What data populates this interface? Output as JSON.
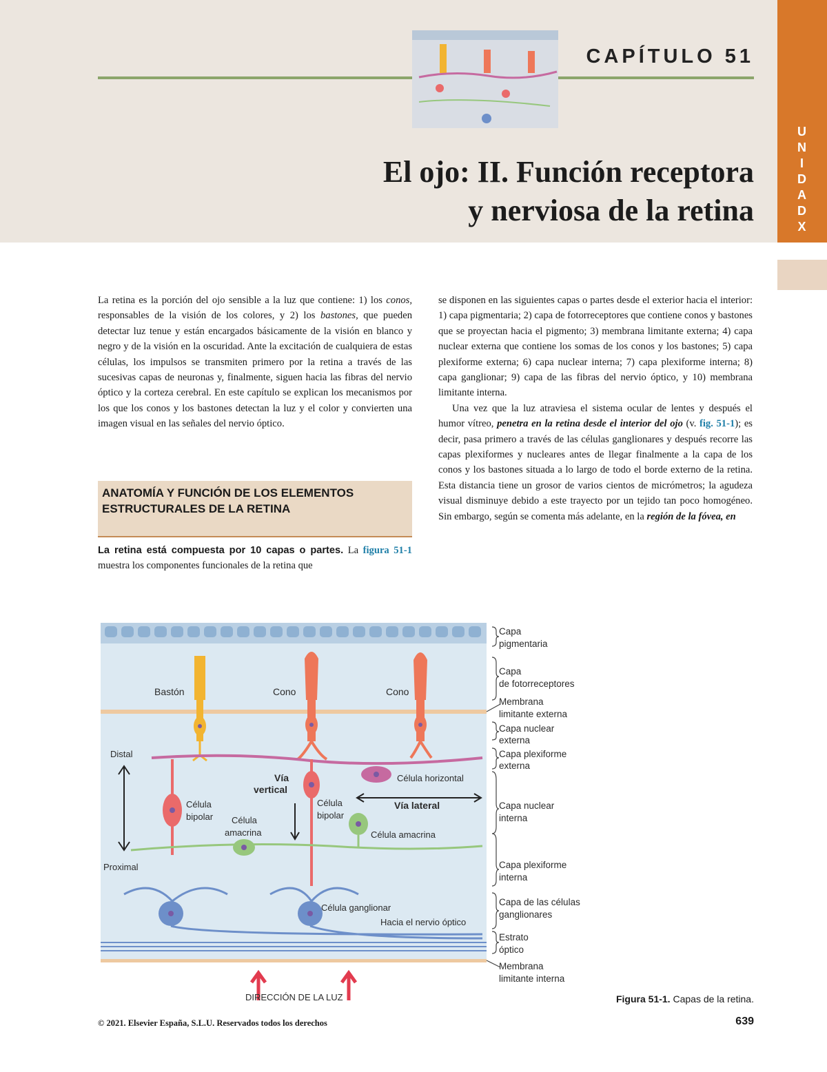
{
  "header": {
    "chapter_label": "CAPÍTULO 51",
    "title_line1": "El ojo: II. Función receptora",
    "title_line2": "y nerviosa de la retina",
    "unit_tab": [
      "U",
      "N",
      "I",
      "D",
      "A",
      "D",
      " ",
      "X"
    ],
    "colors": {
      "band": "#ece6df",
      "tab": "#d8782a",
      "rule": "#8ca56b"
    }
  },
  "body": {
    "left": {
      "p1_a": "La retina es la porción del ojo sensible a la luz que contiene: 1) los ",
      "p1_conos": "conos,",
      "p1_b": " responsables de la visión de los colores, y 2) los ",
      "p1_bastones": "bastones,",
      "p1_c": " que pueden detectar luz tenue y están encargados básicamente de la visión en blanco y negro y de la visión en la oscuridad. Ante la excitación de cualquiera de estas células, los impulsos se transmiten primero por la retina a través de las sucesivas capas de neuronas y, finalmente, siguen hacia las fibras del nervio óptico y la corteza cerebral. En este capítulo se explican los mecanismos por los que los conos y los bastones detectan la luz y el color y convierten una imagen visual en las señales del nervio óptico."
    },
    "section_heading": "ANATOMÍA Y FUNCIÓN DE LOS ELEMENTOS ESTRUCTURALES DE LA RETINA",
    "subsection": {
      "lead": "La retina está compuesta por 10 capas o partes.",
      "link": "figura 51-1",
      "text": " muestra los componentes funcionales de la retina que"
    },
    "right": {
      "p1": "se disponen en las siguientes capas o partes desde el exterior hacia el interior: 1) capa pigmentaria; 2) capa de fotorreceptores que contiene conos y bastones que se proyectan hacia el pigmento; 3) membrana limitante externa; 4) capa nuclear externa que contiene los somas de los conos y los bastones; 5) capa plexiforme externa; 6) capa nuclear interna; 7) capa plexiforme interna; 8) capa ganglionar; 9) capa de las fibras del nervio óptico, y 10) membrana limitante interna.",
      "p2_a": "Una vez que la luz atraviesa el sistema ocular de lentes y después el humor vítreo, ",
      "p2_em": "penetra en la retina desde el interior del ojo",
      "p2_b": " (v. ",
      "p2_link": "fig. 51-1",
      "p2_c": "); es decir, pasa primero a través de las células ganglionares y después recorre las capas plexiformes y nucleares antes de llegar finalmente a la capa de los conos y los bastones situada a lo largo de todo el borde externo de la retina. Esta distancia tiene un grosor de varios cientos de micrómetros; la agudeza visual disminuye debido a este trayecto por un tejido tan poco homogéneo. Sin embargo, según se comenta más adelante, en la ",
      "p2_em2": "región de la fóvea, en"
    }
  },
  "figure": {
    "cell_labels": {
      "baston": "Bastón",
      "cono1": "Cono",
      "cono2": "Cono",
      "distal": "Distal",
      "proximal": "Proximal",
      "via_vertical_1": "Vía",
      "via_vertical_2": "vertical",
      "via_lateral": "Vía lateral",
      "celula_horizontal": "Célula horizontal",
      "bipolar1_a": "Célula",
      "bipolar1_b": "bipolar",
      "bipolar2_a": "Célula",
      "bipolar2_b": "bipolar",
      "amacrina1_a": "Célula",
      "amacrina1_b": "amacrina",
      "amacrina2": "Célula amacrina",
      "ganglionar": "Célula ganglionar",
      "hacia_nervio": "Hacia el nervio óptico",
      "direccion_luz": "DIRECCIÓN DE LA LUZ"
    },
    "layers": [
      [
        "Capa",
        "pigmentaria"
      ],
      [
        "Capa",
        "de fotorreceptores"
      ],
      [
        "Membrana",
        "limitante externa"
      ],
      [
        "Capa nuclear",
        "externa"
      ],
      [
        "Capa plexiforme",
        "externa"
      ],
      [
        "Capa nuclear",
        "interna"
      ],
      [
        "Capa plexiforme",
        "interna"
      ],
      [
        "Capa de las células",
        "ganglionares"
      ],
      [
        "Estrato",
        "óptico"
      ],
      [
        "Membrana",
        "limitante interna"
      ]
    ],
    "caption_label": "Figura 51-1.",
    "caption_text": "Capas de la retina.",
    "colors": {
      "background": "#dce9f2",
      "rod": "#f2b431",
      "cone": "#ee7759",
      "bipolar": "#ea6a6a",
      "horizontal": "#c66aa0",
      "amacrine": "#97c77d",
      "ganglion": "#6d8fc9",
      "arrow": "#e23b4f"
    }
  },
  "footer": {
    "copyright": "© 2021. Elsevier España, S.L.U. Reservados todos los derechos",
    "page_number": "639"
  }
}
